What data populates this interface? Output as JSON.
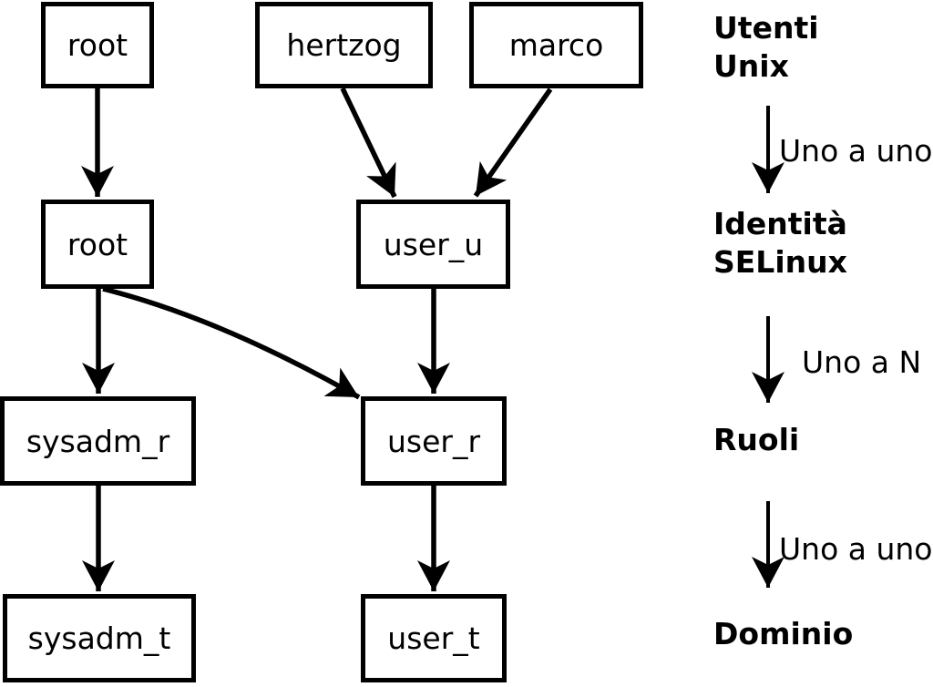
{
  "diagram": {
    "colors": {
      "line": "#000000",
      "background": "#ffffff",
      "text": "#000000"
    },
    "nodes": [
      {
        "id": "root-unix",
        "label": "root"
      },
      {
        "id": "hertzog",
        "label": "hertzog"
      },
      {
        "id": "marco",
        "label": "marco"
      },
      {
        "id": "root-selinux",
        "label": "root"
      },
      {
        "id": "user-u",
        "label": "user_u"
      },
      {
        "id": "sysadm-r",
        "label": "sysadm_r"
      },
      {
        "id": "user-r",
        "label": "user_r"
      },
      {
        "id": "sysadm-t",
        "label": "sysadm_t"
      },
      {
        "id": "user-t",
        "label": "user_t"
      }
    ],
    "edges": [
      {
        "from": "root (utente Unix)",
        "to": "root (identità SELinux)"
      },
      {
        "from": "hertzog",
        "to": "user_u"
      },
      {
        "from": "marco",
        "to": "user_u"
      },
      {
        "from": "root (identità SELinux)",
        "to": "sysadm_r"
      },
      {
        "from": "root (identità SELinux)",
        "to": "user_r"
      },
      {
        "from": "user_u",
        "to": "user_r"
      },
      {
        "from": "sysadm_r",
        "to": "sysadm_t"
      },
      {
        "from": "user_r",
        "to": "user_t"
      }
    ],
    "legend": {
      "levels": [
        {
          "lines": [
            "Utenti",
            "Unix"
          ]
        },
        {
          "lines": [
            "Identità",
            "SELinux"
          ]
        },
        {
          "lines": [
            "Ruoli"
          ]
        },
        {
          "lines": [
            "Dominio"
          ]
        }
      ],
      "relations": [
        {
          "label": "Uno a uno"
        },
        {
          "label": "Uno a N"
        },
        {
          "label": "Uno a uno"
        }
      ]
    }
  }
}
